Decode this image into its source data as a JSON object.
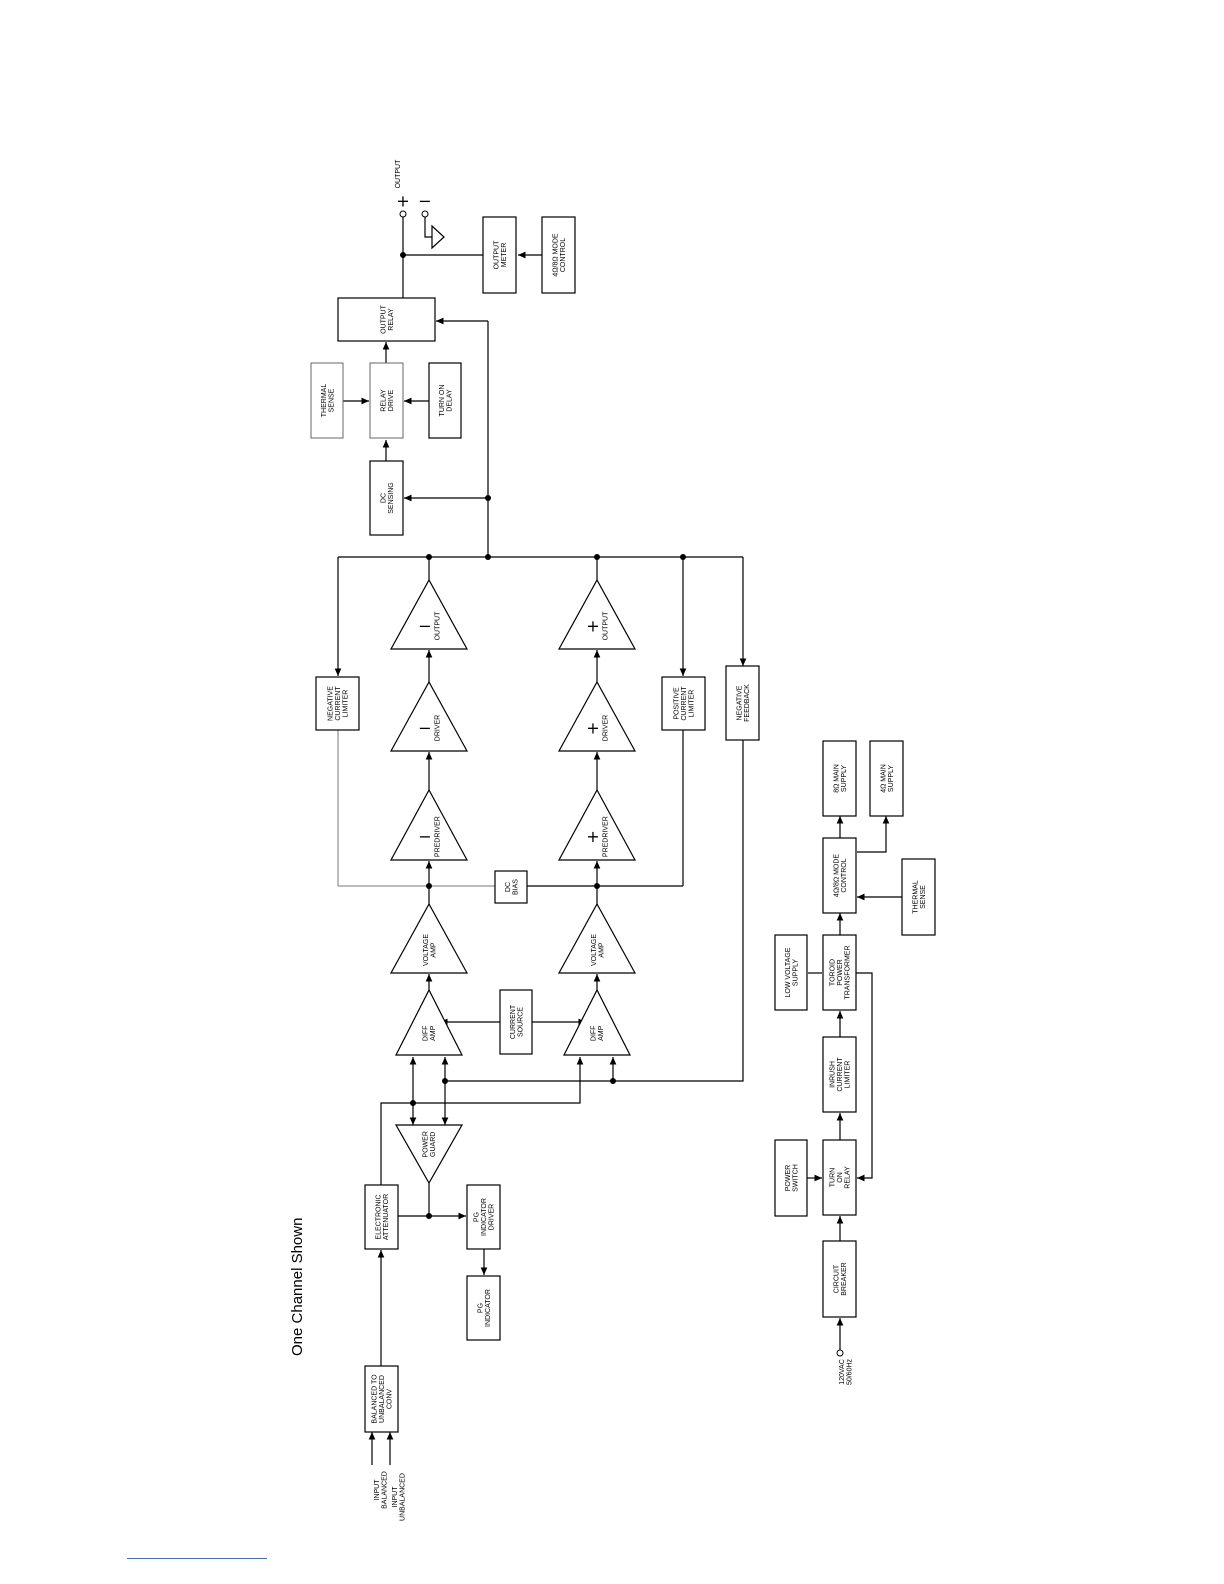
{
  "caption": "One Channel Shown",
  "output": {
    "label": "OUTPUT",
    "plus": "+",
    "minus": "−"
  },
  "inputs": {
    "balanced": [
      "INPUT",
      "BALANCED"
    ],
    "unbalanced": [
      "INPUT",
      "UNBALANCED"
    ]
  },
  "mains": [
    "120VAC",
    "50/60Hz"
  ],
  "blocks": {
    "balanced_conv": [
      "BALANCED TO",
      "UNBALANCED",
      "CONV"
    ],
    "attenuator": [
      "ELECTRONIC",
      "ATTENUATOR"
    ],
    "pg_driver": [
      "PG",
      "INDICATOR",
      "DRIVER"
    ],
    "pg_indicator": [
      "PG",
      "INDICATOR"
    ],
    "current_source": [
      "CURRENT",
      "SOURCE"
    ],
    "dc_bias": [
      "DC",
      "BIAS"
    ],
    "neg_current_limiter": [
      "NEGATIVE",
      "CURRENT",
      "LIMITER"
    ],
    "pos_current_limiter": [
      "POSITIVE",
      "CURRENT",
      "LIMITER"
    ],
    "neg_feedback": [
      "NEGATIVE",
      "FEEDBACK"
    ],
    "dc_sensing": [
      "DC",
      "SENSING"
    ],
    "thermal_sense_top": [
      "THERMAL",
      "SENSE"
    ],
    "relay_drive": [
      "RELAY",
      "DRIVE"
    ],
    "turn_on_delay": [
      "TURN ON",
      "DELAY"
    ],
    "output_relay": [
      "OUTPUT",
      "RELAY"
    ],
    "output_meter": [
      "OUTPUT",
      "METER"
    ],
    "mode_control_top": [
      "4Ω/8Ω MODE",
      "CONTROL"
    ],
    "circuit_breaker": [
      "CIRCUIT",
      "BREAKER"
    ],
    "power_switch": [
      "POWER",
      "SWITCH"
    ],
    "turn_on_relay": [
      "TURN",
      "ON",
      "RELAY"
    ],
    "inrush_limiter": [
      "INRUSH",
      "CURRENT",
      "LIMITER"
    ],
    "low_voltage_supply": [
      "LOW VOLTAGE",
      "SUPPLY"
    ],
    "toroid_transformer": [
      "TOROID",
      "POWER",
      "TRANSFORMER"
    ],
    "mode_control_bottom": [
      "4Ω/8Ω MODE",
      "CONTROL"
    ],
    "thermal_sense_bottom": [
      "THERMAL",
      "SENSE"
    ],
    "main_supply_8": [
      "8Ω MAIN",
      "SUPPLY"
    ],
    "main_supply_4": [
      "4Ω MAIN",
      "SUPPLY"
    ]
  },
  "triangles": {
    "power_guard": {
      "lines": [
        "POWER",
        "GUARD"
      ],
      "sign": ""
    },
    "diff_amp_neg": {
      "lines": [
        "DIFF",
        "AMP"
      ],
      "sign": ""
    },
    "diff_amp_pos": {
      "lines": [
        "DIFF",
        "AMP"
      ],
      "sign": ""
    },
    "voltage_amp_neg": {
      "lines": [
        "VOLTAGE",
        "AMP"
      ],
      "sign": ""
    },
    "voltage_amp_pos": {
      "lines": [
        "VOLTAGE",
        "AMP"
      ],
      "sign": ""
    },
    "predriver_neg": {
      "lines": [
        "PREDRIVER"
      ],
      "sign": "−"
    },
    "predriver_pos": {
      "lines": [
        "PREDRIVER"
      ],
      "sign": "+"
    },
    "driver_neg": {
      "lines": [
        "DRIVER"
      ],
      "sign": "−"
    },
    "driver_pos": {
      "lines": [
        "DRIVER"
      ],
      "sign": "+"
    },
    "output_neg": {
      "lines": [
        "OUTPUT"
      ],
      "sign": "−"
    },
    "output_pos": {
      "lines": [
        "OUTPUT"
      ],
      "sign": "+"
    }
  }
}
